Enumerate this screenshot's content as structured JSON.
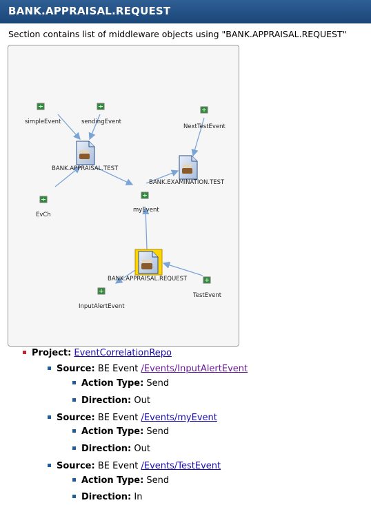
{
  "title": "BANK.APPRAISAL.REQUEST",
  "description": "Section contains list of middleware objects using \"BANK.APPRAISAL.REQUEST\"",
  "diagram": {
    "nodes": {
      "simpleEvent": "simpleEvent",
      "sendingEvent": "sendingEvent",
      "nextTestEvent": "NextTestEvent",
      "bankAppraisalTest": "BANK.APPRAISAL.TEST",
      "bankExaminationTest": "BANK.EXAMINATION.TEST",
      "evCh": "EvCh",
      "myEvent": "myEvent",
      "bankAppraisalRequest": "BANK.APPRAISAL.REQUEST",
      "testEvent": "TestEvent",
      "inputAlertEvent": "InputAlertEvent"
    }
  },
  "tree": {
    "project_label": "Project:",
    "project_link": "EventCorrelationRepo",
    "sources": [
      {
        "label": "Source:",
        "prefix": "BE Event",
        "link": "/Events/InputAlertEvent",
        "action_label": "Action Type:",
        "action_value": "Send",
        "direction_label": "Direction:",
        "direction_value": "Out"
      },
      {
        "label": "Source:",
        "prefix": "BE Event",
        "link": "/Events/myEvent",
        "action_label": "Action Type:",
        "action_value": "Send",
        "direction_label": "Direction:",
        "direction_value": "Out"
      },
      {
        "label": "Source:",
        "prefix": "BE Event",
        "link": "/Events/TestEvent",
        "action_label": "Action Type:",
        "action_value": "Send",
        "direction_label": "Direction:",
        "direction_value": "In"
      }
    ]
  },
  "colors": {
    "titlebar": "#1b4679",
    "link": "#1a0dab",
    "visited_link": "#6a1b9a",
    "edge": "#7aa4d6",
    "event_icon": "#2e8b3a"
  },
  "icons": {
    "event": "event-icon",
    "rule_document": "rule-document-icon",
    "project_bullet": "red-square-bullet",
    "item_bullet": "blue-square-bullet"
  }
}
